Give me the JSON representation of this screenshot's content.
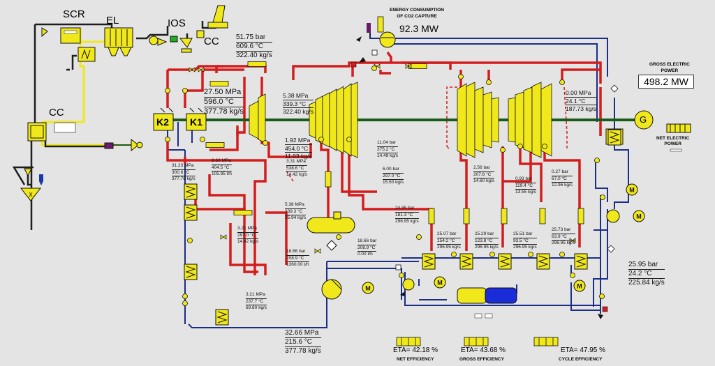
{
  "labels": {
    "scr": "SCR",
    "el": "EL",
    "ios": "IOS",
    "cc_top": "CC",
    "cc_left": "CC",
    "k1": "K1",
    "k2": "K2",
    "generator": "G",
    "energy_title": "ENERGY CONSUMPTION\nOF CO2 CAPTURE",
    "energy_value": "92.3  MW",
    "gross_power_title": "GROSS ELECTRIC\nPOWER",
    "gross_power_value": "498.2  MW",
    "net_power_title": "NET ELECTRIC\nPOWER"
  },
  "states": {
    "hp_main": [
      "51.75 bar",
      "609.6  °C",
      "322.40 kg/s"
    ],
    "boiler_out": [
      "27.50 MPa",
      "596.0   °C",
      "377.78 kg/s"
    ],
    "rh_in": [
      "5.38  MPa",
      "339.3  °C",
      "322.40  kg/s"
    ],
    "cond": [
      "0.00  MPa",
      "24.1   °C",
      "187.73 kg/s"
    ],
    "ext1": [
      "1.92  MPa",
      "454.0   °C",
      "11.03  kg/s"
    ],
    "ext2": [
      "11.04  bar",
      "375.2   °C",
      "14.49  kg/s"
    ],
    "ext3": [
      "8.60  MPa",
      "404.5   °C",
      "105.95 t/h"
    ],
    "ext4": [
      "3.31  MPa",
      "538.6   °C",
      "14.42  kg/s"
    ],
    "ext5": [
      "6.00  bar",
      "297.0   °C",
      "15.50  kg/s"
    ],
    "ext6": [
      "2.56  bar",
      "207.6   °C",
      "14.60  kg/s"
    ],
    "ext7": [
      "0.93  bar",
      "119.4   °C",
      "13.55  kg/s"
    ],
    "ext8": [
      "0.27  bar",
      "67.0    °C",
      "12.96  kg/s"
    ],
    "fw_left": [
      "31.23  MPa",
      "300.6   °C",
      "377.78  kg/s"
    ],
    "cold_rh": [
      "5.38  MPa",
      "339.3   °C",
      "25.94  kg/s"
    ],
    "hph": [
      "3.21  MPa",
      "297.0   °C",
      "14.42  kg/s"
    ],
    "deaer_in": [
      "24.85  bar",
      "181.3   °C",
      "296.95  kg/s"
    ],
    "lp1": [
      "25.07  bar",
      "154.2   °C",
      "296.95  kg/s"
    ],
    "lp2": [
      "25.29  bar",
      "123.8   °C",
      "296.95  kg/s"
    ],
    "lp3": [
      "25.51  bar",
      "93.5    °C",
      "296.95  kg/s"
    ],
    "lp4": [
      "25.73  bar",
      "63.9    °C",
      "296.95  kg/s"
    ],
    "fwp_in": [
      "18.66  bar",
      "208.9   °C",
      "1360.00  t/h"
    ],
    "fwp_by": [
      "18.66  bar",
      "208.9   °C",
      "0.00  t/h"
    ],
    "cond_pump": [
      "25.95  bar",
      "24.2    °C",
      "225.84  kg/s"
    ],
    "hp_drain": [
      "3.21  MPa",
      "237.7   °C",
      "69.80  kg/s"
    ],
    "fwp_out": [
      "32.66  MPa",
      "215.6   °C",
      "377.78  kg/s"
    ]
  },
  "efficiency": {
    "net": {
      "value": "ETA= 42.18 %",
      "label": "NET EFFICIENCY"
    },
    "gross": {
      "value": "ETA= 43.68 %",
      "label": "GROSS EFFICIENCY"
    },
    "cycle": {
      "value": "ETA= 47.95 %",
      "label": "CYCLE EFFICIENCY"
    }
  },
  "colors": {
    "steam": "#d41c1c",
    "water": "#1a2e88",
    "shaft": "#1a5a1a",
    "flue": "#e8e800",
    "component": "#f0e81a",
    "co2": "#1a2bd8"
  }
}
